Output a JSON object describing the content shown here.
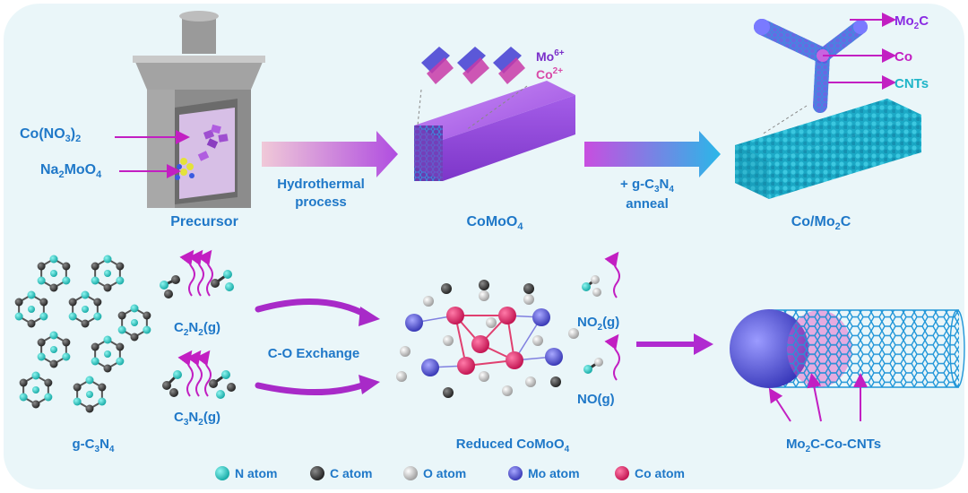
{
  "labels": {
    "co_no3": [
      "Co(NO",
      "3",
      ")",
      "2"
    ],
    "na2moo4": [
      "Na",
      "2",
      "MoO",
      "4"
    ],
    "precursor": "Precursor",
    "hydrothermal_1": "Hydrothermal",
    "hydrothermal_2": "process",
    "mo6": [
      "Mo",
      "6+"
    ],
    "co2": [
      "Co",
      "2+"
    ],
    "comoo4": [
      "CoMoO",
      "4"
    ],
    "gc3n4_anneal_1": [
      "+ g-C",
      "3",
      "N",
      "4"
    ],
    "gc3n4_anneal_2": "anneal",
    "mo2c": [
      "Mo",
      "2",
      "C"
    ],
    "co": "Co",
    "cnts": "CNTs",
    "co_mo2c": [
      "Co/Mo",
      "2",
      "C"
    ],
    "c2n2": [
      "C",
      "2",
      "N",
      "2",
      "(g)"
    ],
    "c3n2": [
      "C",
      "3",
      "N",
      "2",
      "(g)"
    ],
    "co_exchange": "C-O Exchange",
    "gc3n4": [
      "g-C",
      "3",
      "N",
      "4"
    ],
    "no2": [
      "NO",
      "2",
      "(g)"
    ],
    "no": "NO(g)",
    "reduced_comoo4": [
      "Reduced CoMoO",
      "4"
    ],
    "mo2c_co_cnts": [
      "Mo",
      "2",
      "C-Co-CNTs"
    ]
  },
  "legend": [
    {
      "label": "N atom",
      "color": "#1fc7c2"
    },
    {
      "label": "C atom",
      "color": "#3a3a3a"
    },
    {
      "label": "O atom",
      "color": "#c8c8c8"
    },
    {
      "label": "Mo atom",
      "color": "#6e6ee0"
    },
    {
      "label": "Co atom",
      "color": "#e0206a"
    }
  ],
  "colors": {
    "blue_text": "#1f78c8",
    "purple_text": "#8a2be2",
    "magenta": "#c21fc2",
    "cyan": "#21b5d8",
    "teal_text": "#1fb5c8",
    "background": "#eaf6f9"
  }
}
